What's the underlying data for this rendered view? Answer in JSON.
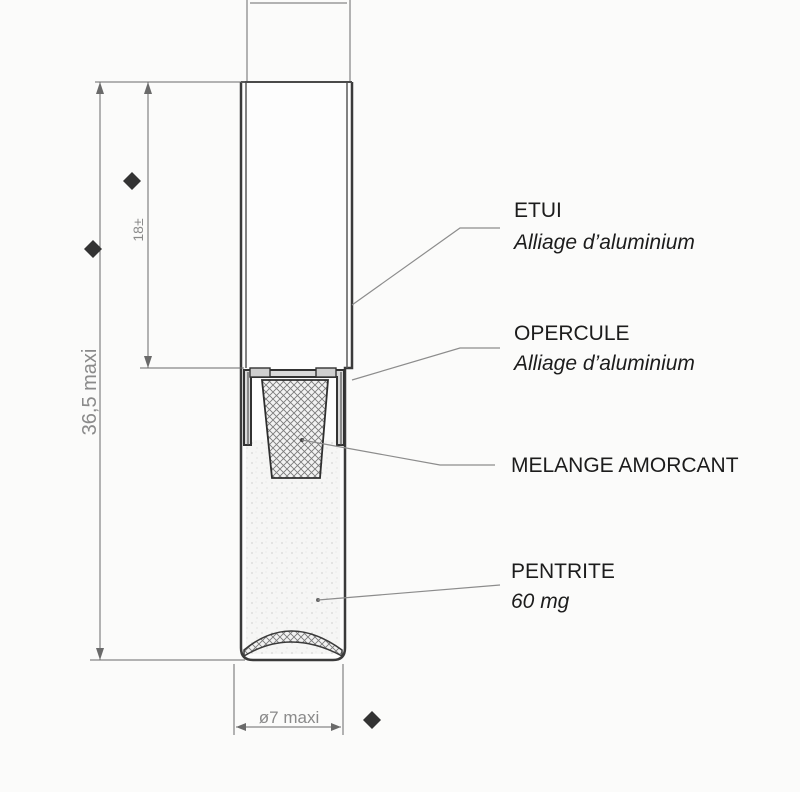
{
  "labels": {
    "etui": {
      "title": "ETUI",
      "material": "Alliage d’aluminium"
    },
    "opercule": {
      "title": "OPERCULE",
      "material": "Alliage d’aluminium"
    },
    "melange": {
      "title": "MELANGE AMORCANT"
    },
    "pentrite": {
      "title": "PENTRITE",
      "mass": "60 mg"
    }
  },
  "dimensions": {
    "total_length": "36,5 maxi",
    "upper_length": "18±",
    "diameter": "ø7 maxi"
  },
  "colors": {
    "ink": "#1c1c1c",
    "line": "#6a6a6a",
    "dim": "#8a8a8a"
  }
}
